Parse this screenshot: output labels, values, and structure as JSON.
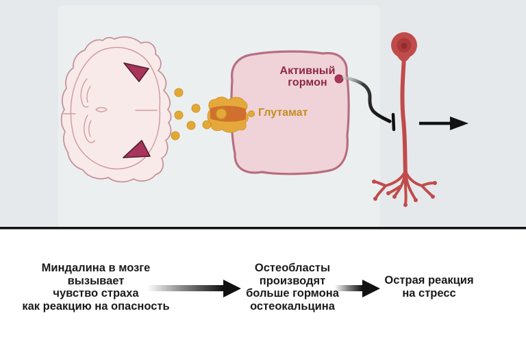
{
  "scene": {
    "active_hormone_label": "Активный\nгормон",
    "glutamate_label": "Глутамат",
    "icons": [
      "brain-coronal-section-icon",
      "amygdala-highlight-icon",
      "glutamate-molecules-icon",
      "receptor-channel-icon",
      "osteoblast-cell-icon",
      "hormone-molecule-icon",
      "inhibition-curved-arrow-icon",
      "neuron-cell-icon",
      "right-arrow-icon"
    ]
  },
  "flow": {
    "steps": [
      "Миндалина в мозге\nвызывает\nчувство страха\nкак реакцию на опасность",
      "Остеобласты\nпроизводят\nбольше гормона\nостеокальцина",
      "Острая реакция\nна стресс"
    ]
  },
  "colors": {
    "background_top": "#e5e9eb",
    "background_inner_panel": "#eff2f3",
    "background_bottom": "#ffffff",
    "divider": "#121212",
    "brain_fill": "#f8eae8",
    "brain_stroke": "#c6929b",
    "amygdala_fill": "#a8345c",
    "glutamate_dot": "#e2a937",
    "receptor_gold": "#e5a93b",
    "receptor_band": "#d06f2e",
    "cell_fill": "#efd3d9",
    "cell_stroke": "#b76e80",
    "hormone_dot": "#a93658",
    "hormone_text": "#8e2543",
    "glutamate_text": "#c28d1e",
    "neuron_red": "#c14b4b",
    "arrow_black": "#121212",
    "flow_text": "#1a1a1a"
  }
}
